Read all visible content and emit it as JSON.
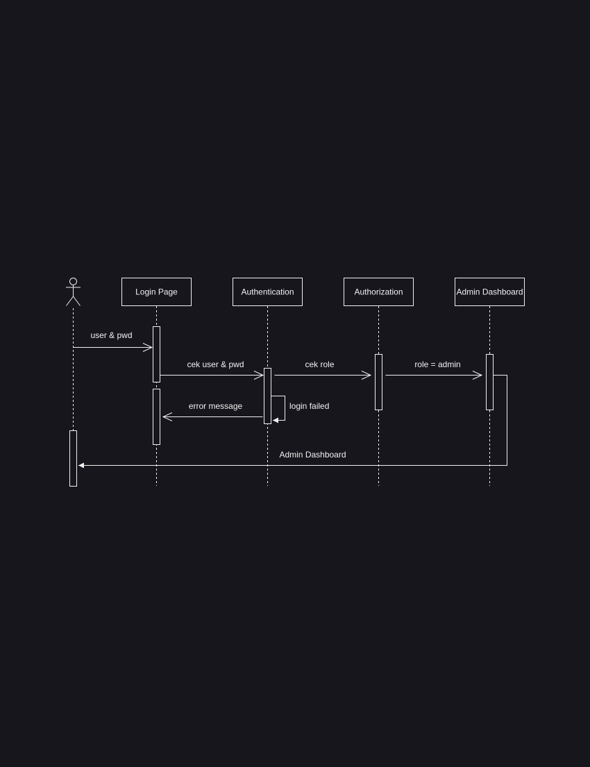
{
  "diagram": {
    "colors": {
      "background": "#18161d",
      "line": "#f0f0f0",
      "text": "#f0f0f0"
    },
    "actor": {
      "icon": "user-stick-figure-icon"
    },
    "participants": [
      {
        "label": "Login Page"
      },
      {
        "label": "Authentication"
      },
      {
        "label": "Authorization"
      },
      {
        "label": "Admin Dashboard"
      }
    ],
    "messages": [
      {
        "label": "user & pwd"
      },
      {
        "label": "cek user & pwd"
      },
      {
        "label": "cek role"
      },
      {
        "label": "role = admin"
      },
      {
        "label": "error message"
      },
      {
        "label": "login failed"
      },
      {
        "label": "Admin Dashboard"
      }
    ]
  }
}
